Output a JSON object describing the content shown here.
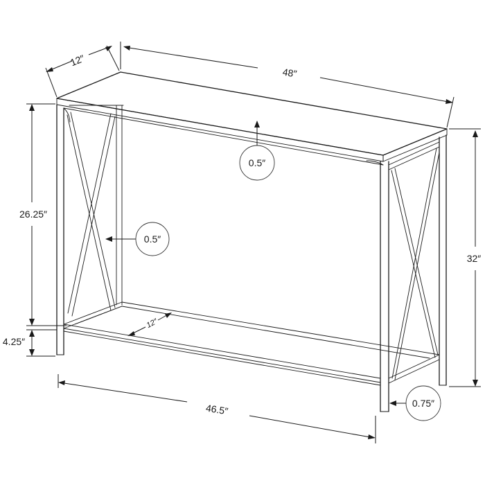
{
  "diagram": {
    "dimensions": {
      "depth_top": "12″",
      "width_top": "48″",
      "height_total": "32″",
      "height_upper": "26.25″",
      "height_lower": "4.25″",
      "width_bottom": "46.5″",
      "shelf_depth": "12″"
    },
    "callouts": {
      "tabletop_thickness": "0.5″",
      "frame_thickness": "0.5″",
      "leg_width": "0.75″"
    }
  }
}
